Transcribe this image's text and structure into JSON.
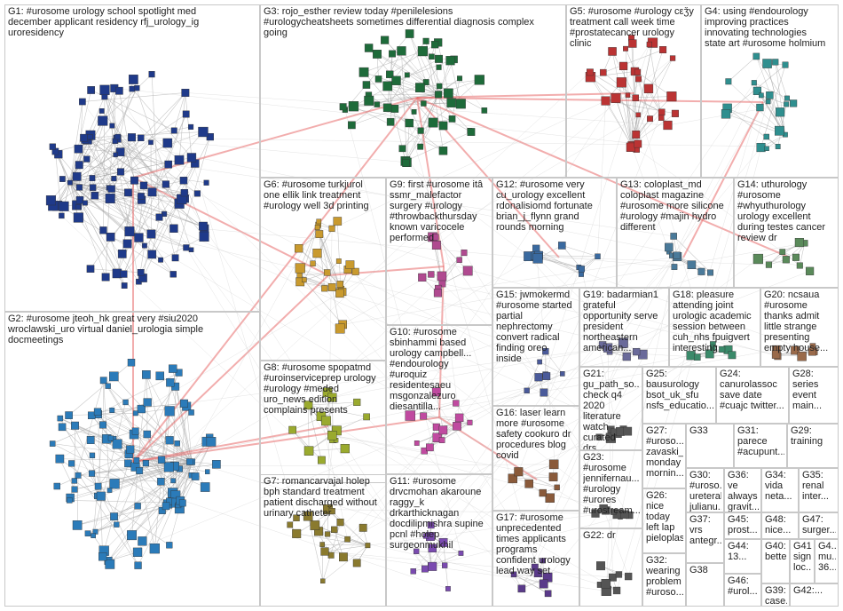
{
  "groups": [
    {
      "id": "G1",
      "label": "G1: #urosome urology school spotlight med\ndecember applicant residency rfj_urology_ig\nuroresidency",
      "color": "#1f3a8a"
    },
    {
      "id": "G2",
      "label": "G2: #urosome jteoh_hk great very #siu2020\nwroclawski_uro virtual daniel_urologia simple\ndocmeetings",
      "color": "#2b7bb9"
    },
    {
      "id": "G3",
      "label": "G3: rojo_esther review today #penilelesions\n#urologycheatsheets sometimes differential diagnosis complex\ngoing",
      "color": "#1e6b3a"
    },
    {
      "id": "G4",
      "label": "G4: using #endourology\nimproving practices\ninnovating technologies\nstate art #urosome holmium",
      "color": "#2f8f8f"
    },
    {
      "id": "G5",
      "label": "G5: #urosome #urology cεǯy\ntreatment call week time\n#prostatecancer urology\nclinic",
      "color": "#b33"
    },
    {
      "id": "G6",
      "label": "G6: #urosome turkjurol\none ellik link treatment\n#urology well 3d printing",
      "color": "#c99a2e"
    },
    {
      "id": "G7",
      "label": "G7: romancarvajal holep\nbph standard treatment\npatient discharged without\nurinary catheter",
      "color": "#8a7a2e"
    },
    {
      "id": "G8",
      "label": "G8: #urosome spopatmd\n#uroinserviceprep urology\n#urology #meded\nuro_news edition\ncomplains presents",
      "color": "#9aaa2e"
    },
    {
      "id": "G9",
      "label": "G9: first #urosome itâ\nssmr_malefactor\nsurgery #urology\n#throwbackthursday\nknown varicocele\nperformed",
      "color": "#b04a90"
    },
    {
      "id": "G10",
      "label": "G10: #urosome\nsbinhammi based\nurology campbell...\n#endourology\n#uroquiz\nresidentesaeu\nmsgonzalezuro\ndiesantilla...",
      "color": "#c04aa0"
    },
    {
      "id": "G11",
      "label": "G11: #urosome\ndrvcmohan akaroune\nraggy_k\ndrkarthicknagan\ndocdilipmishra supine\npcnl #holep\nsurgeonmukhil",
      "color": "#7a4ab0"
    },
    {
      "id": "G12",
      "label": "G12: #urosome very\ncu_urology excellent\nrdonalisiomd fortunate\nbrian_j_flynn grand\nrounds morning",
      "color": "#3a6aa0"
    },
    {
      "id": "G13",
      "label": "G13: coloplast_md\ncoloplast magazine\n#urosome more silicone\n#urology #majin hydro\ndifferent",
      "color": "#4a7a9a"
    },
    {
      "id": "G14",
      "label": "G14: uthurology\n#urosome\n#whyuthurology\nurology excellent\nduring testes cancer\nreview dr",
      "color": "#5a8a5a"
    },
    {
      "id": "G15",
      "label": "G15: jwmokermd\n#urosome started\npartial\nnephrectomy\nconvert radical\nfinding oreo\ninside",
      "color": "#4a5a9a"
    },
    {
      "id": "G16",
      "label": "G16: laser learn\nmore #urosome\nsafety cookuro dr\nprocedures blog\ncovid",
      "color": "#8a5a3a"
    },
    {
      "id": "G17",
      "label": "G17: #urosome\nunprecedented\ntimes applicants\nprograms\nconfident urology\nlead way set",
      "color": "#5a3a8a"
    },
    {
      "id": "G18",
      "label": "G18: pleasure\nattending joint\nurologic academic\nsession between\ncuh_nhs fpuigvert\ninteresting",
      "color": "#3a8a6a"
    },
    {
      "id": "G19",
      "label": "G19: badarmian1\ngrateful\nopportunity serve\npresident\nnortheastern\namerican...",
      "color": "#6a6a9a"
    },
    {
      "id": "G20",
      "label": "G20: ncsaua\n#urosome\nthanks admit\nlittle strange\npresenting\nempty house...",
      "color": "#9a6a4a"
    },
    {
      "id": "G21",
      "label": "G21:\ngu_path_so...\ncheck q4\n2020\nliterature\nwatch\ncurated drs...",
      "color": "#555"
    },
    {
      "id": "G22",
      "label": "G22: dr",
      "color": "#555"
    },
    {
      "id": "G23",
      "label": "G23:\n#urosome\njennifernau...\n#urology\n#urores\n#urostream...",
      "color": "#555"
    },
    {
      "id": "G24",
      "label": "G24:\ncanurolassoc\nsave date\n#cuajc twitter...",
      "color": "#555"
    },
    {
      "id": "G25",
      "label": "G25:\nbausurology\nbsot_uk_sfu\nnsfs_educatio...",
      "color": "#555"
    },
    {
      "id": "G26",
      "label": "G26:\nnice\ntoday\nleft lap\npieloplas...",
      "color": "#555"
    },
    {
      "id": "G27",
      "label": "G27:\n#uroso...\nzavaski_\nmonday\nmornin...",
      "color": "#555"
    },
    {
      "id": "G28",
      "label": "G28:\nseries\nevent\nmain...",
      "color": "#555"
    },
    {
      "id": "G29",
      "label": "G29:\ntraining",
      "color": "#555"
    },
    {
      "id": "G30",
      "label": "G30:\n#uroso...\nureteral\njulianu...",
      "color": "#555"
    },
    {
      "id": "G31",
      "label": "G31:\nparece\n#acupunt...",
      "color": "#555"
    },
    {
      "id": "G32",
      "label": "G32:\nwearing\nproblem\n#uroso...",
      "color": "#555"
    },
    {
      "id": "G33",
      "label": "G33",
      "color": "#555"
    },
    {
      "id": "G34",
      "label": "G34:\nvida\nneta...",
      "color": "#555"
    },
    {
      "id": "G35",
      "label": "G35:\nrenal\ninter...",
      "color": "#555"
    },
    {
      "id": "G36",
      "label": "G36: ve\nalways\ngravit...",
      "color": "#555"
    },
    {
      "id": "G37",
      "label": "G37:\nvrs\nantegr...",
      "color": "#555"
    },
    {
      "id": "G38",
      "label": "G38",
      "color": "#555"
    },
    {
      "id": "G39",
      "label": "G39:\ncase...",
      "color": "#555"
    },
    {
      "id": "G40",
      "label": "G40:\nbette...",
      "color": "#555"
    },
    {
      "id": "G41",
      "label": "G41:\nsign\nloc...",
      "color": "#555"
    },
    {
      "id": "G42",
      "label": "G42:...",
      "color": "#555"
    },
    {
      "id": "G43",
      "label": "G4...\nmu...\n36...",
      "color": "#555"
    },
    {
      "id": "G44",
      "label": "G44:\n13...",
      "color": "#555"
    },
    {
      "id": "G45",
      "label": "G45:\nprost...",
      "color": "#555"
    },
    {
      "id": "G46",
      "label": "G46:\n#urol...",
      "color": "#555"
    },
    {
      "id": "G47",
      "label": "G47:\nsurger...",
      "color": "#555"
    },
    {
      "id": "G48",
      "label": "G48:\nnice...",
      "color": "#555"
    }
  ]
}
